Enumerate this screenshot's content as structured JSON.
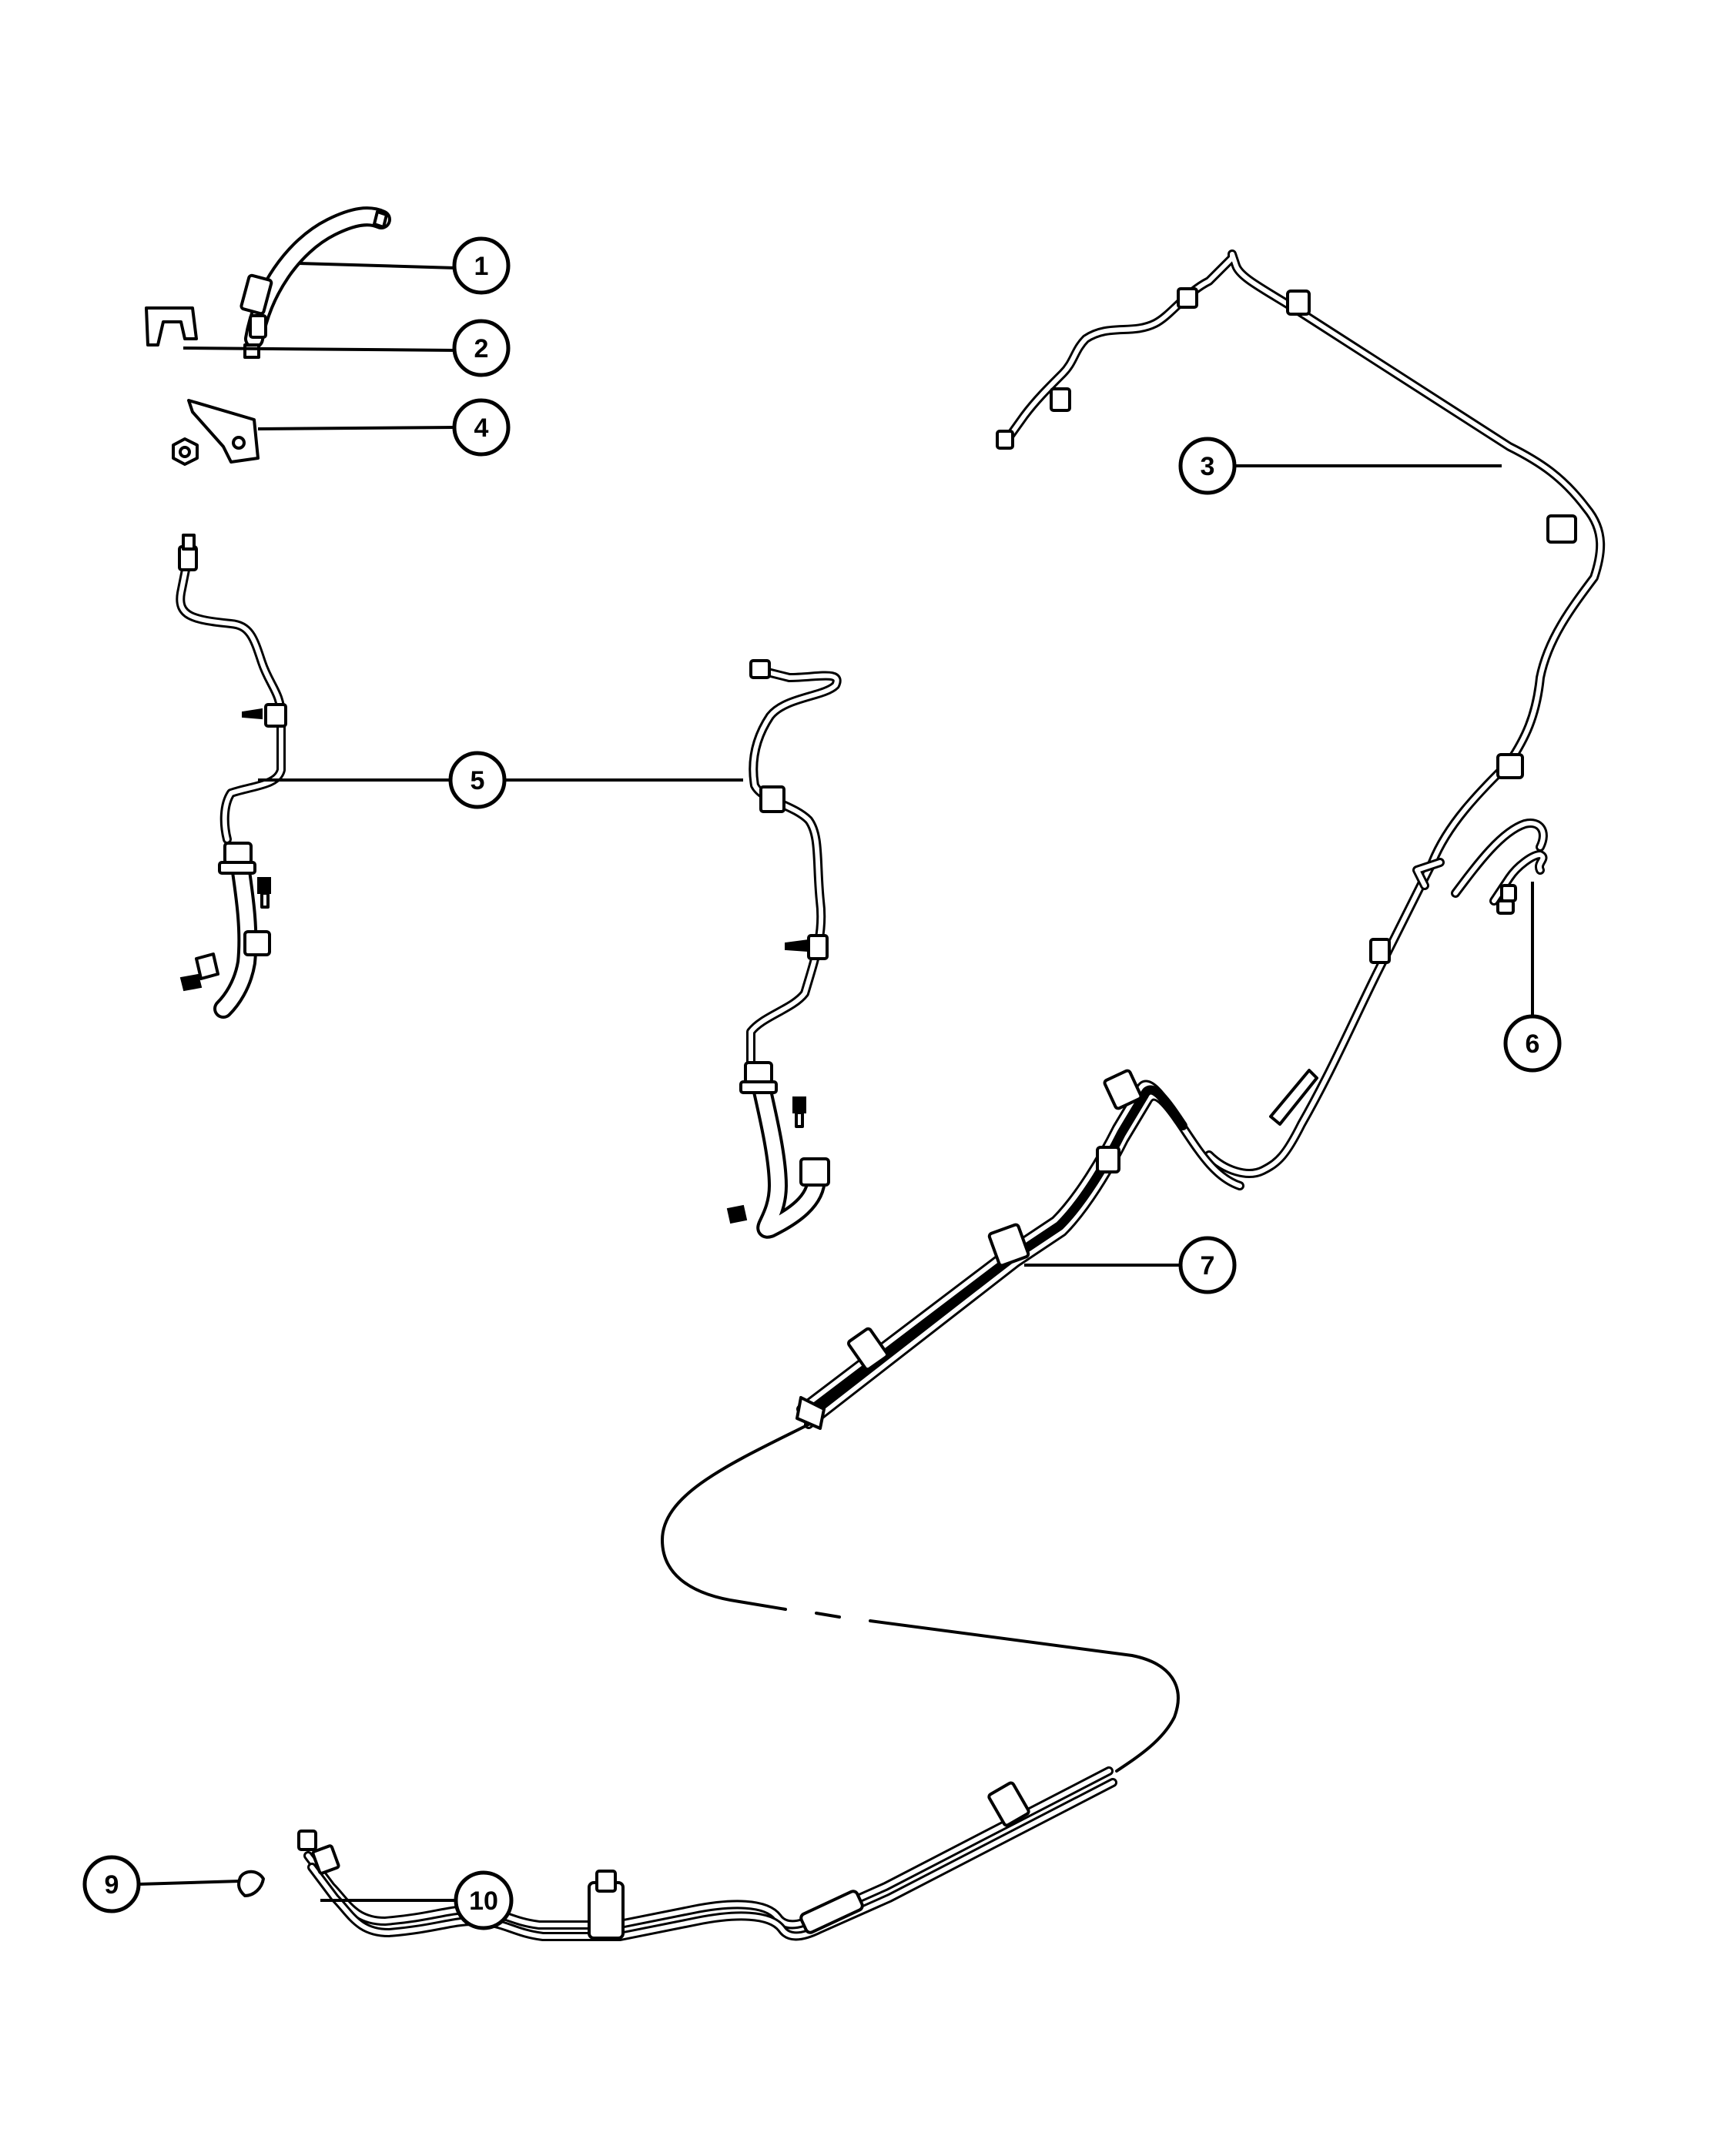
{
  "callouts": [
    {
      "id": "c1",
      "label": "1"
    },
    {
      "id": "c2",
      "label": "2"
    },
    {
      "id": "c3",
      "label": "3"
    },
    {
      "id": "c4",
      "label": "4"
    },
    {
      "id": "c5",
      "label": "5"
    },
    {
      "id": "c6",
      "label": "6"
    },
    {
      "id": "c7",
      "label": "7"
    },
    {
      "id": "c9",
      "label": "9"
    },
    {
      "id": "c10",
      "label": "10"
    }
  ]
}
